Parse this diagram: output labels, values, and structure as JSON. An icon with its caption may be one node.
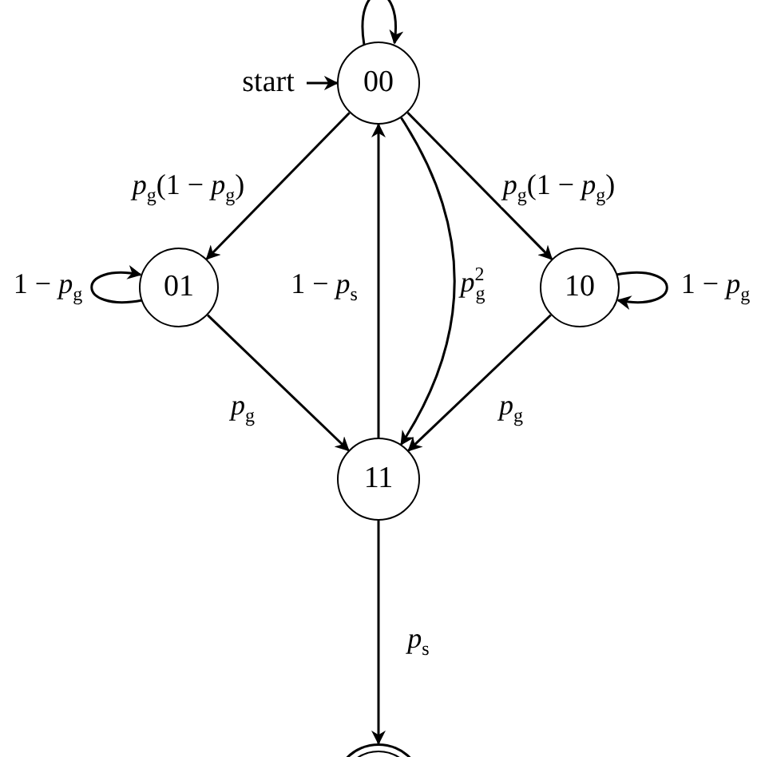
{
  "diagram": {
    "nodes": [
      {
        "text": [
          "00"
        ]
      },
      {
        "text": [
          "01"
        ]
      },
      {
        "text": [
          "10"
        ]
      },
      {
        "text": [
          "11"
        ]
      },
      {
        "text": [],
        "shape": "circle"
      },
      {
        "text": [
          "start"
        ]
      }
    ],
    "edges": [
      {
        "from": 5,
        "to": 0,
        "arrow": "to"
      },
      {
        "from": 0,
        "to": 0,
        "arrow": "to"
      },
      {
        "from": 0,
        "to": 1,
        "arrow": "to",
        "label": "*p*$_{g}$(1 − *p*$_{g}$)"
      },
      {
        "from": 0,
        "to": 2,
        "arrow": "to",
        "label": "*p*$_{g}$(1 − *p*$_{g}$)"
      },
      {
        "from": 1,
        "to": 1,
        "arrow": "to",
        "label": "1 − *p*$_{g}$"
      },
      {
        "from": 2,
        "to": 2,
        "arrow": "to",
        "label": "1 − *p*$_{g}$"
      },
      {
        "from": 0,
        "to": 3,
        "arrow": "to",
        "label": "*p*$^{2}$$_{g}$"
      },
      {
        "from": 3,
        "to": 0,
        "arrow": "to",
        "label": "1 − *p*$_{s}$"
      },
      {
        "from": 1,
        "to": 3,
        "arrow": "to",
        "label": "*p*$_{g}$"
      },
      {
        "from": 2,
        "to": 3,
        "arrow": "to",
        "label": "*p*$_{g}$"
      },
      {
        "from": 3,
        "to": 4,
        "arrow": "to",
        "label": "*p*$_{s}$"
      }
    ]
  }
}
